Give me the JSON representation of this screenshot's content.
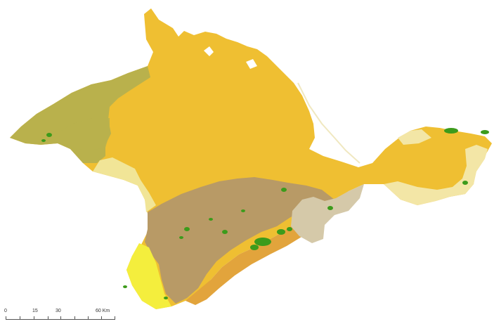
{
  "map": {
    "scale_bar": {
      "labels": [
        "0",
        "15",
        "30",
        "60 Km"
      ]
    },
    "colors": {
      "steppe_main": "#efbf32",
      "steppe_west": "#b9b14c",
      "light_yellow": "#f1e597",
      "light_steppe": "#f3e6a6",
      "mountain_brown": "#b89a66",
      "dark_orange": "#e2a43c",
      "bright_yellow": "#f4ee3d",
      "grey_beige": "#d5c9a9",
      "forest_green": "#3c9b1b",
      "water_white": "#ffffff",
      "spit": "#f0e8c0"
    }
  }
}
